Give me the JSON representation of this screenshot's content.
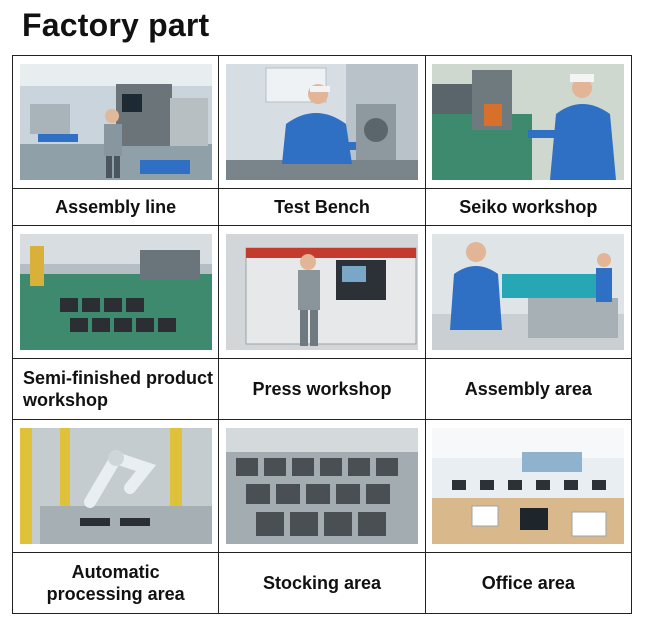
{
  "page": {
    "title": "Factory part"
  },
  "cells": [
    {
      "label": "Assembly line",
      "photo_icon": "assembly-line-photo"
    },
    {
      "label": "Test Bench",
      "photo_icon": "test-bench-photo"
    },
    {
      "label": "Seiko workshop",
      "photo_icon": "seiko-workshop-photo"
    },
    {
      "label": "Semi-finished product workshop",
      "photo_icon": "semi-finished-workshop-photo"
    },
    {
      "label": "Press workshop",
      "photo_icon": "press-workshop-photo"
    },
    {
      "label": "Assembly area",
      "photo_icon": "assembly-area-photo"
    },
    {
      "label": "Automatic processing area",
      "photo_icon": "automatic-processing-photo"
    },
    {
      "label": "Stocking area",
      "photo_icon": "stocking-area-photo"
    },
    {
      "label": "Office area",
      "photo_icon": "office-area-photo"
    }
  ],
  "colors": {
    "border": "#222222",
    "text": "#111111",
    "workwear_blue": "#2f6fc4",
    "machine_gray": "#9aa3a8",
    "floor_green": "#3e8a6e"
  }
}
